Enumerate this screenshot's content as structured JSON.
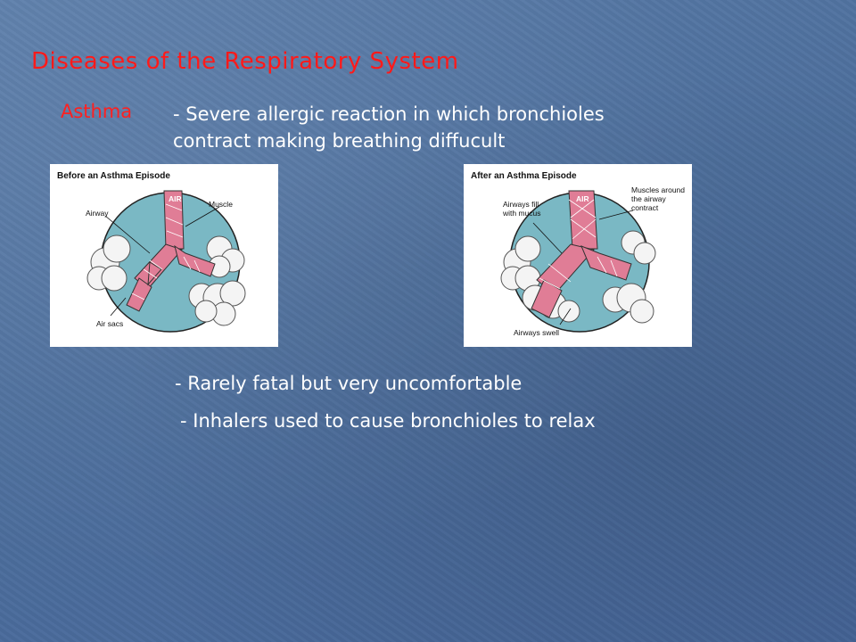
{
  "slide": {
    "title": "Diseases of the Respiratory System",
    "term": "Asthma",
    "definition_line1": "- Severe allergic reaction in which bronchioles",
    "definition_line2": "contract making breathing diffucult",
    "bullet1": "- Rarely fatal but very uncomfortable",
    "bullet2": "- Inhalers used to cause bronchioles to relax"
  },
  "figure_before": {
    "caption": "Before an Asthma Episode",
    "label_airway": "Airway",
    "label_muscle": "Muscle",
    "label_air_sacs": "Air sacs",
    "label_air": "AIR"
  },
  "figure_after": {
    "caption": "After an Asthma Episode",
    "label_airways_fill_1": "Airways fill",
    "label_airways_fill_2": "with mucus",
    "label_muscles_1": "Muscles around",
    "label_muscles_2": "the airway",
    "label_muscles_3": "contract",
    "label_swell": "Airways swell",
    "label_air": "AIR"
  },
  "colors": {
    "title": "#ff1a1a",
    "text": "#ffffff",
    "airway": "#e07d96",
    "lung_circle": "#7ab8c4"
  }
}
